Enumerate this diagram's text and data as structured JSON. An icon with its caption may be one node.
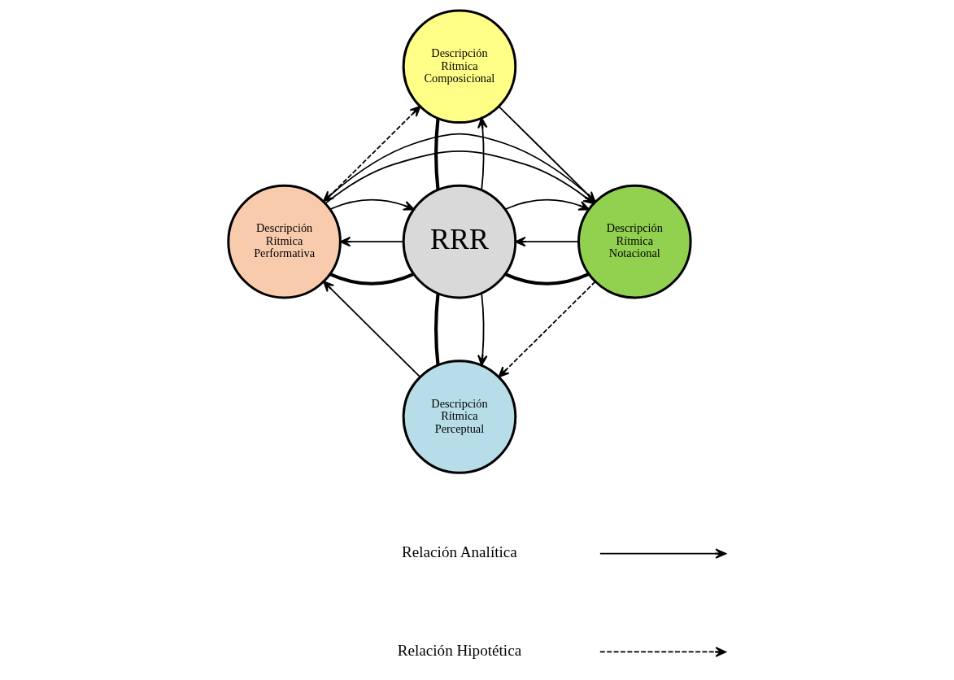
{
  "diagram": {
    "nodes": [
      {
        "text": [
          "Descripción Rítmica Composicional"
        ]
      },
      {
        "text": [
          "Descripción Rítmica Performativa"
        ]
      },
      {
        "text": [
          "RRR"
        ]
      },
      {
        "text": [
          "Descripción Rítmica Notacional"
        ]
      },
      {
        "text": [
          "Descripción Rítmica Perceptual"
        ]
      }
    ],
    "edges": [
      {
        "from": 0,
        "to": 2,
        "arrow": "none",
        "style": "thick"
      },
      {
        "from": 1,
        "to": 2,
        "arrow": "none",
        "style": "thick"
      },
      {
        "from": 2,
        "to": 3,
        "arrow": "none",
        "style": "thick"
      },
      {
        "from": 2,
        "to": 4,
        "arrow": "none",
        "style": "thick"
      },
      {
        "from": 0,
        "to": 3,
        "arrow": "to"
      },
      {
        "from": 1,
        "to": 0,
        "arrow": "to",
        "style": "dashed"
      },
      {
        "from": 2,
        "to": 0,
        "arrow": "to"
      },
      {
        "from": 1,
        "to": 3,
        "arrow": "to"
      },
      {
        "from": 3,
        "to": 2,
        "arrow": "to"
      },
      {
        "from": 2,
        "to": 1,
        "arrow": "to"
      },
      {
        "from": 1,
        "to": 2,
        "arrow": "to"
      },
      {
        "from": 2,
        "to": 3,
        "arrow": "to"
      },
      {
        "from": 3,
        "to": 1,
        "arrow": "to"
      },
      {
        "from": 2,
        "to": 4,
        "arrow": "to"
      },
      {
        "from": 3,
        "to": 4,
        "arrow": "to",
        "style": "dashed"
      },
      {
        "from": 4,
        "to": 1,
        "arrow": "to"
      }
    ],
    "legend": [
      {
        "text": "Relación Analítica"
      },
      {
        "text": "Relación Hipotética"
      }
    ]
  }
}
